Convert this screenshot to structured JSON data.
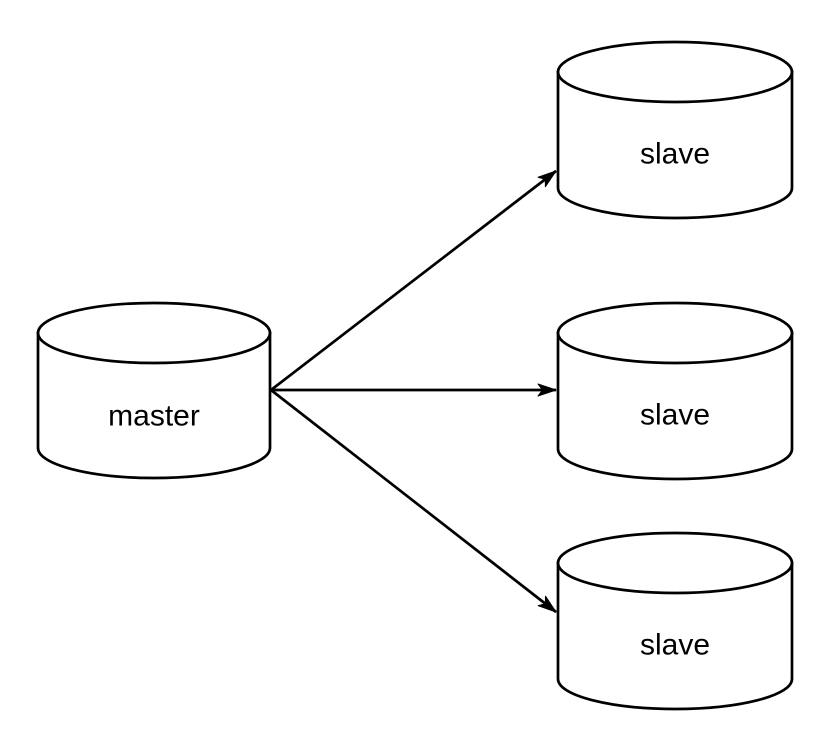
{
  "diagram": {
    "type": "database-replication-topology",
    "background_color": "#ffffff",
    "stroke_color": "#000000",
    "shape_fill_color": "#ffffff",
    "nodes": [
      {
        "id": "master",
        "label": "master",
        "shape": "database-cylinder"
      },
      {
        "id": "slave-1",
        "label": "slave",
        "shape": "database-cylinder"
      },
      {
        "id": "slave-2",
        "label": "slave",
        "shape": "database-cylinder"
      },
      {
        "id": "slave-3",
        "label": "slave",
        "shape": "database-cylinder"
      }
    ],
    "edges": [
      {
        "from": "master",
        "to": "slave-1",
        "style": "solid",
        "arrowhead": "filled-triangle"
      },
      {
        "from": "master",
        "to": "slave-2",
        "style": "solid",
        "arrowhead": "filled-triangle"
      },
      {
        "from": "master",
        "to": "slave-3",
        "style": "solid",
        "arrowhead": "filled-triangle"
      }
    ]
  }
}
